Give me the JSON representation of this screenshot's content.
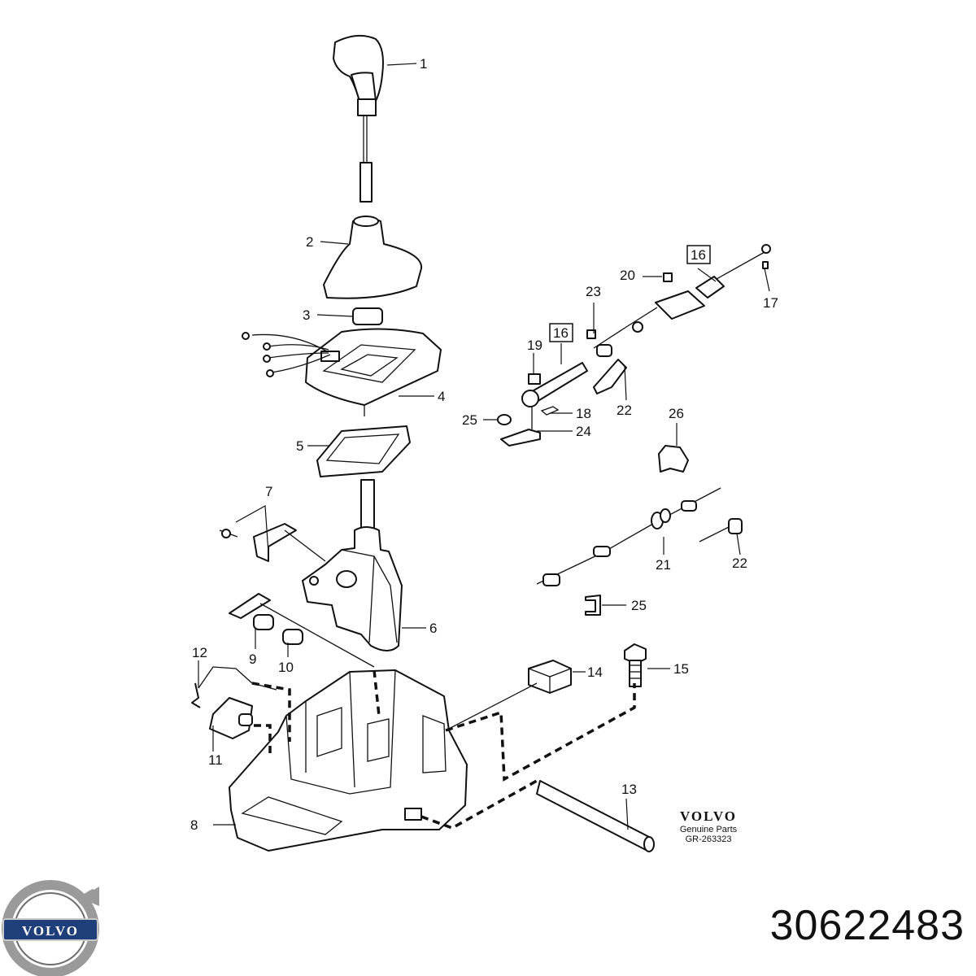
{
  "callouts": [
    {
      "id": "c1",
      "text": "1",
      "boxed": false
    },
    {
      "id": "c2",
      "text": "2",
      "boxed": false
    },
    {
      "id": "c3",
      "text": "3",
      "boxed": false
    },
    {
      "id": "c4",
      "text": "4",
      "boxed": false
    },
    {
      "id": "c5",
      "text": "5",
      "boxed": false
    },
    {
      "id": "c6",
      "text": "6",
      "boxed": false
    },
    {
      "id": "c7",
      "text": "7",
      "boxed": false
    },
    {
      "id": "c8",
      "text": "8",
      "boxed": false
    },
    {
      "id": "c9",
      "text": "9",
      "boxed": false
    },
    {
      "id": "c10",
      "text": "10",
      "boxed": false
    },
    {
      "id": "c11",
      "text": "11",
      "boxed": false
    },
    {
      "id": "c12",
      "text": "12",
      "boxed": false
    },
    {
      "id": "c13",
      "text": "13",
      "boxed": false
    },
    {
      "id": "c14",
      "text": "14",
      "boxed": false
    },
    {
      "id": "c15",
      "text": "15",
      "boxed": false
    },
    {
      "id": "c16a",
      "text": "16",
      "boxed": true
    },
    {
      "id": "c16b",
      "text": "16",
      "boxed": true
    },
    {
      "id": "c17",
      "text": "17",
      "boxed": false
    },
    {
      "id": "c18",
      "text": "18",
      "boxed": false
    },
    {
      "id": "c19",
      "text": "19",
      "boxed": false
    },
    {
      "id": "c20",
      "text": "20",
      "boxed": false
    },
    {
      "id": "c21",
      "text": "21",
      "boxed": false
    },
    {
      "id": "c22a",
      "text": "22",
      "boxed": false
    },
    {
      "id": "c22b",
      "text": "22",
      "boxed": false
    },
    {
      "id": "c23",
      "text": "23",
      "boxed": false
    },
    {
      "id": "c24",
      "text": "24",
      "boxed": false
    },
    {
      "id": "c25a",
      "text": "25",
      "boxed": false
    },
    {
      "id": "c25b",
      "text": "25",
      "boxed": false
    },
    {
      "id": "c26",
      "text": "26",
      "boxed": false
    }
  ],
  "brand_block": {
    "wordmark": "VOLVO",
    "line1": "Genuine Parts",
    "line2": "GR-263323"
  },
  "logo": {
    "wordmark": "VOLVO",
    "icon": "volvo-iron-mark-logo"
  },
  "part_number": "30622483",
  "colors": {
    "ink": "#111111",
    "logo_silver": "#9a9a9a",
    "logo_blue": "#1f3f7a"
  }
}
